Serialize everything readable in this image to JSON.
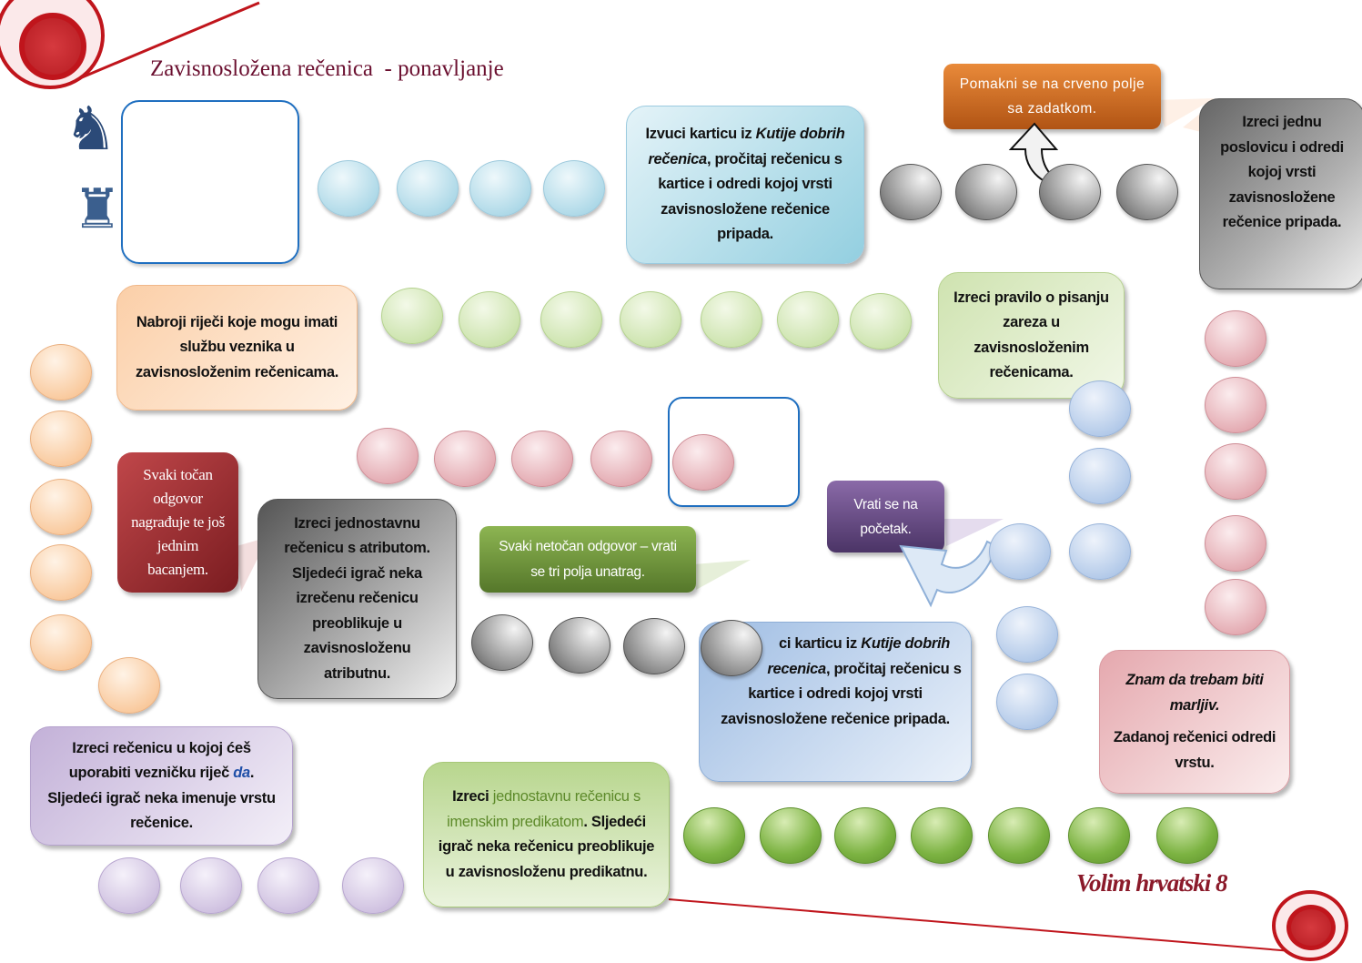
{
  "title": "Zavisnosložena rečenica  - ponavljanje",
  "signature": "Volim hrvatski 8",
  "icons": {
    "knight": "knight-chess-icon",
    "rook": "rook-chess-icon"
  },
  "cards": {
    "blue_top": {
      "a": "Izvuci karticu iz ",
      "b": "Kutije dobrih rečenica",
      "c": ", pročitaj rečenicu s kartice i odredi kojoj vrsti zavisnosložene rečenice pripada."
    },
    "orange": "Pomakni se na crveno polje sa zadatkom.",
    "gray_right": "Izreci jednu poslovicu i odredi kojoj vrsti zavisnosložene rečenice pripada.",
    "peach": "Nabroji riječi koje mogu imati službu veznika u zavisnosloženim rečenicama.",
    "green_rule": "Izreci pravilo o pisanju zareza u zavisnosloženim rečenicama.",
    "red_reward": "Svaki točan odgovor nagrađuje te još jednim bacanjem.",
    "gray_mid": "Izreci jednostavnu rečenicu s atributom. Sljedeći igrač neka izrečenu rečenicu preoblikuje u zavisnosloženu atributnu.",
    "green_wrong": "Svaki netočan odgovor – vrati se tri polja unatrag.",
    "purple_back": "Vrati se na početak.",
    "blue_bottom": {
      "a": "ci karticu iz ",
      "b": "Kutije dobrih recenica",
      "c": ", pročitaj rečenicu s kartice i odredi kojoj vrsti zavisnosložene rečenice pripada."
    },
    "pink": {
      "a": "Znam da trebam biti marljiv.",
      "b": "Zadanoj rečenici odredi vrstu."
    },
    "lavender": {
      "a": "Izreci rečenicu u kojoj ćeš uporabiti  vezničku riječ ",
      "b": "da",
      "c": ". Sljedeći igrač neka imenuje vrstu rečenice."
    },
    "green_bottom": {
      "a": "Izreci ",
      "b": "jednostavnu rečenicu s imenskim predikatom",
      "c": ". Sljedeći igrač neka rečenicu preoblikuje u zavisnosloženu predikatnu."
    }
  },
  "colors": {
    "accent_red": "#c0151c",
    "title": "#6b1030"
  }
}
